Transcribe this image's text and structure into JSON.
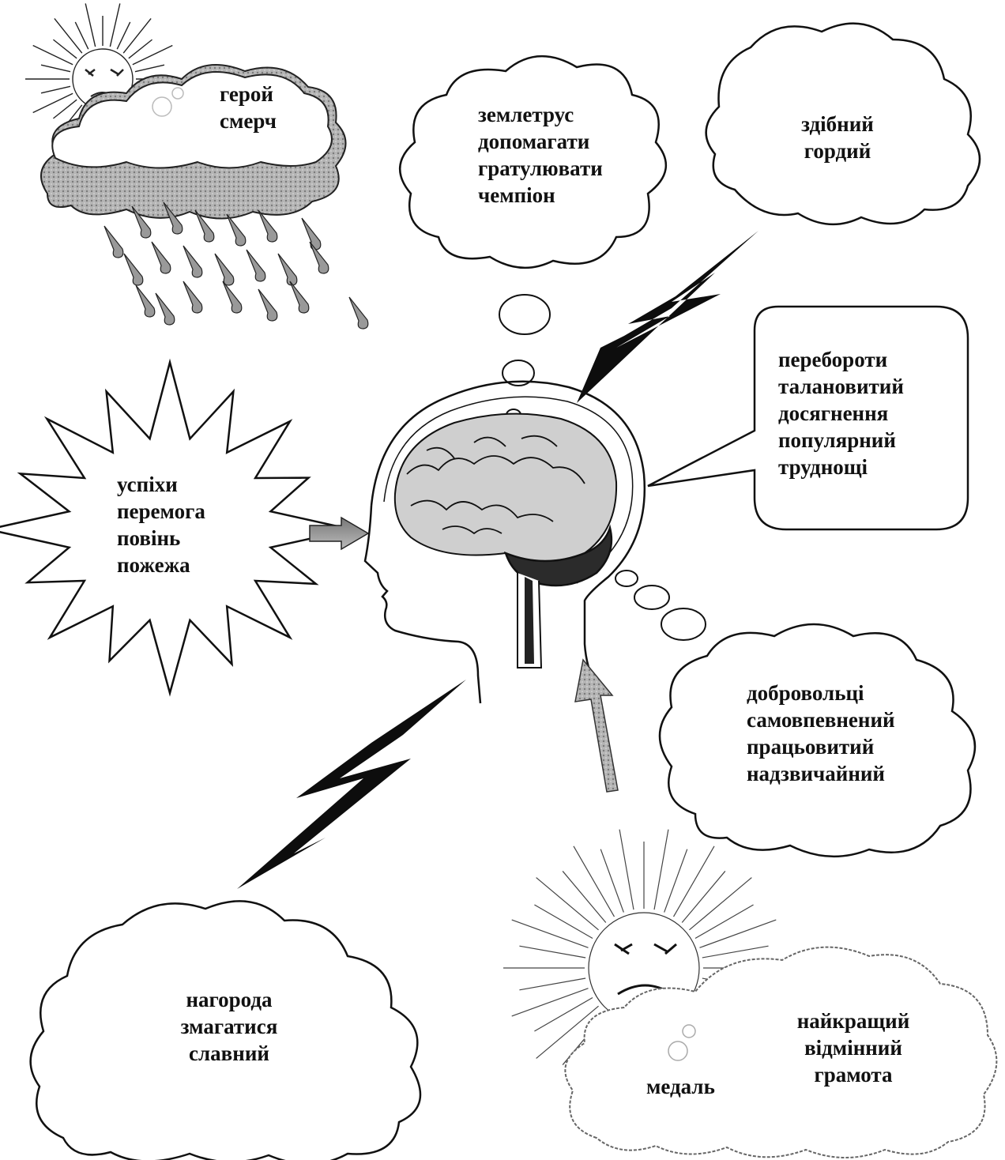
{
  "colors": {
    "ink": "#111111",
    "cloud_shade": "#9a9a9a",
    "brain": "#c8c8c8",
    "cerebellum": "#2b2b2b",
    "bolt": "#0d0d0d"
  },
  "groups": {
    "storm_cloud": [
      "герой",
      "смерч"
    ],
    "top_thought": [
      "землетрус",
      "допомагати",
      "гратулювати",
      "чемпіон"
    ],
    "top_right_cloud": [
      "здібний",
      "гордий"
    ],
    "speech_box": [
      "перебороти",
      "талановитий",
      "досягнення",
      "популярний",
      "труднощі"
    ],
    "explosion": [
      "успіхи",
      "перемога",
      "повінь",
      "пожежа"
    ],
    "right_thought": [
      "добровольці",
      "самовпевнений",
      "працьовитий",
      "надзвичайний"
    ],
    "bottom_left_cloud": [
      "нагорода",
      "змагатися",
      "славний"
    ],
    "sun_cloud_main": [
      "найкращий",
      "відмінний",
      "грамота"
    ],
    "sun_cloud_extra": [
      "медаль"
    ]
  },
  "icons": [
    "angry-sun-icon",
    "rain-cloud-icon",
    "brain-head-icon",
    "lightning-bolt-icon",
    "arrow-icon",
    "thought-bubble-icon",
    "speech-bubble-icon",
    "explosion-icon"
  ]
}
